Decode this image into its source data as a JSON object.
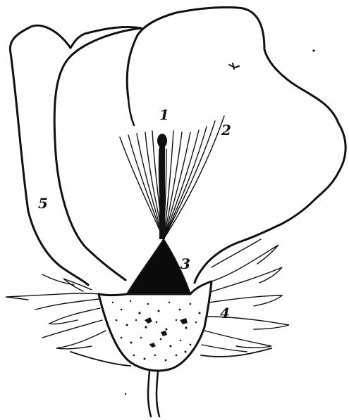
{
  "figure": {
    "labels": {
      "pistil": "1",
      "stamens": "2",
      "disc": "3",
      "sepals": "4",
      "petal": "5"
    }
  },
  "colors": {
    "ink": "#111111",
    "paper": "#ffffff"
  }
}
